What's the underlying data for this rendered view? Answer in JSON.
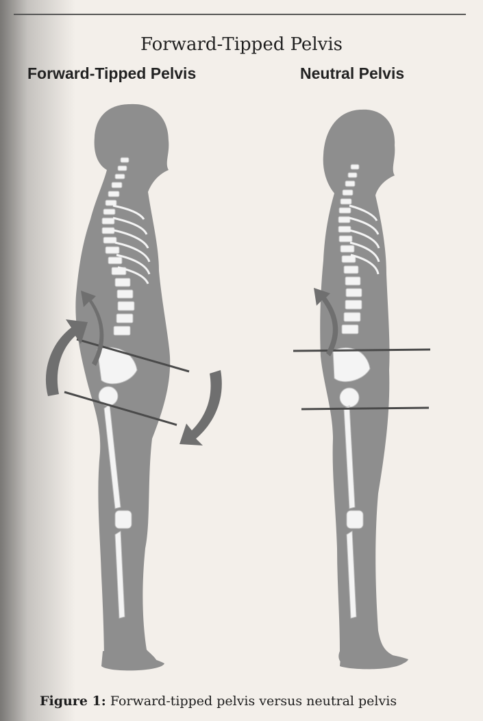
{
  "figure": {
    "title": "Forward-Tipped Pelvis",
    "left_label": "Forward-Tipped Pelvis",
    "right_label": "Neutral Pelvis"
  },
  "caption": {
    "label": "Figure 1:",
    "text": "Forward-tipped pelvis versus neutral pelvis"
  },
  "colors": {
    "body": "#8e8e8e",
    "bone": "#f4f4f4",
    "arrow": "#6f6f6f",
    "line": "#4a4a4a"
  }
}
